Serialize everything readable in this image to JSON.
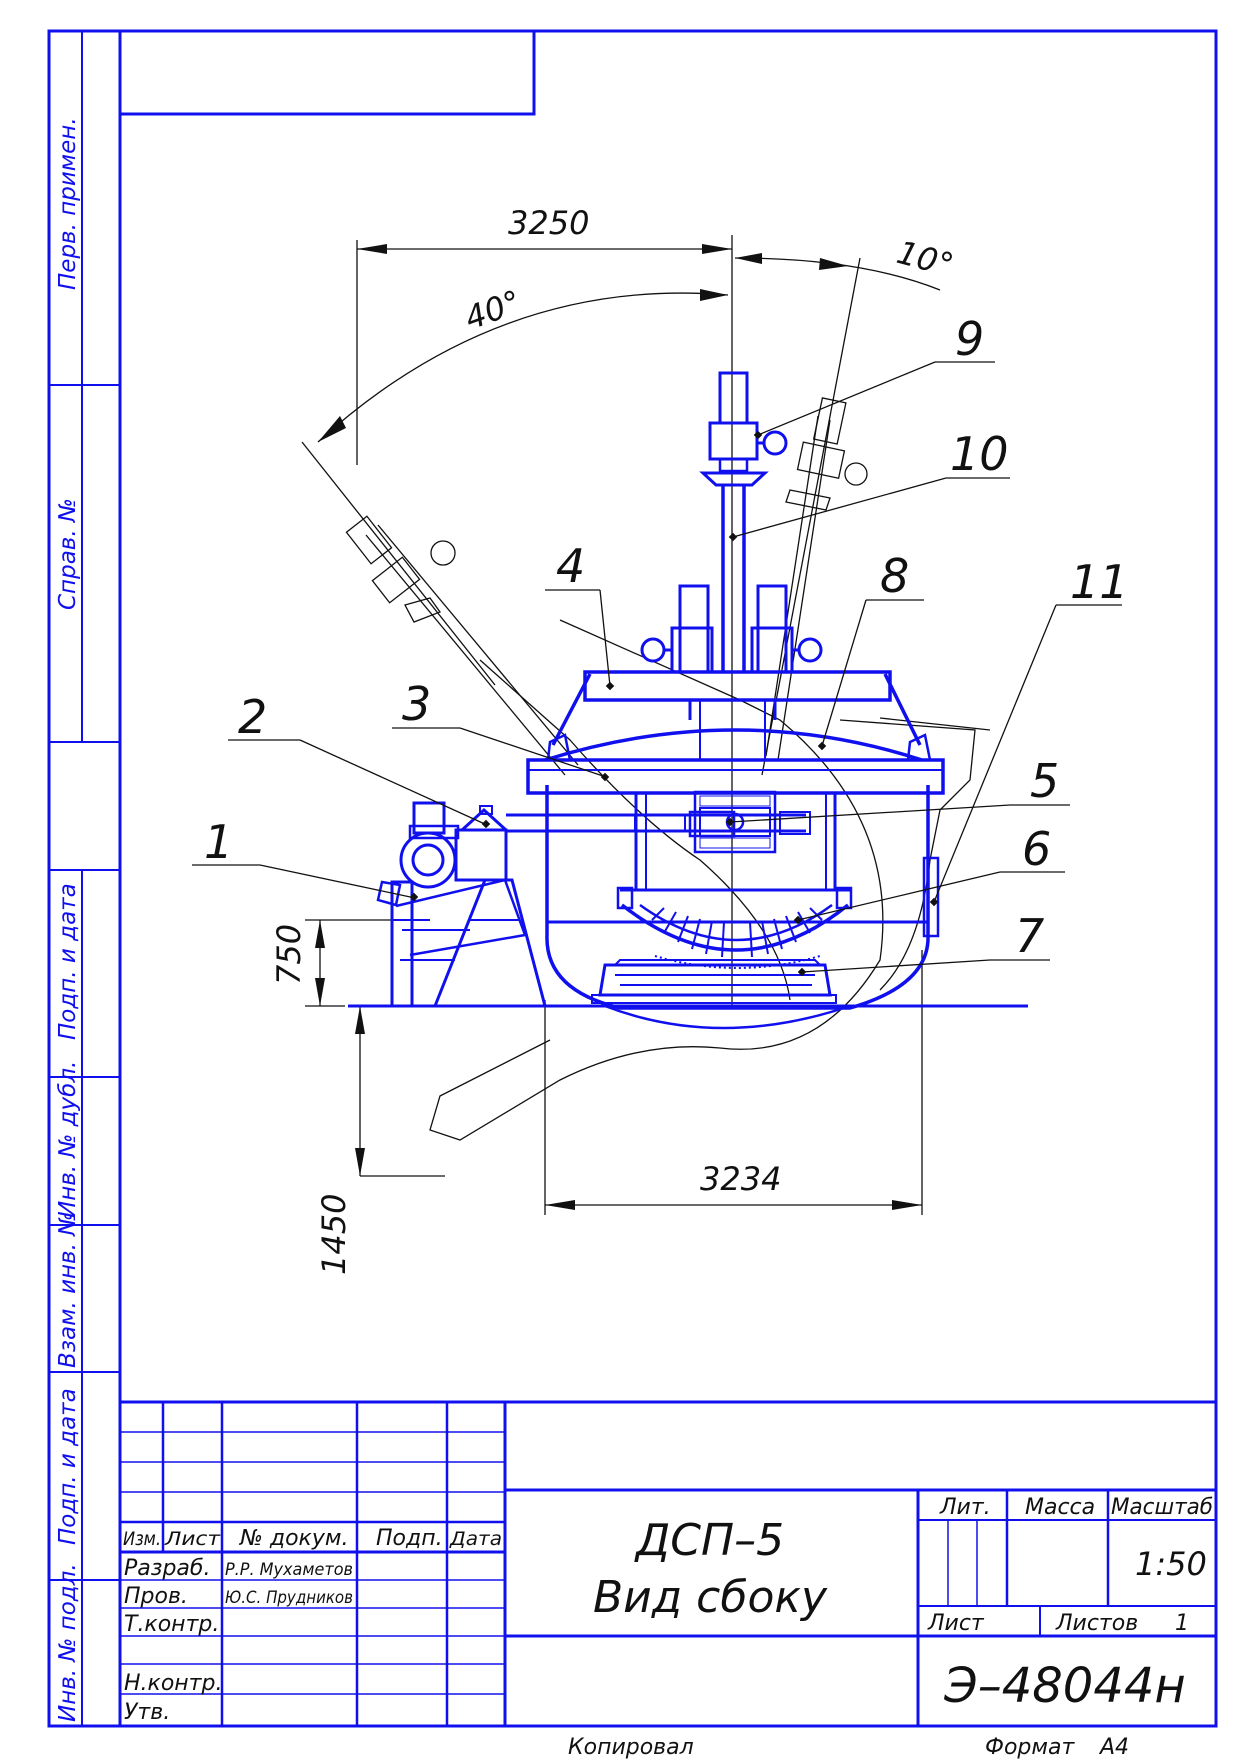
{
  "side_stamps": [
    "Перв. примен.",
    "Справ. №",
    "Подп. и дата",
    "Инв. № дубл.",
    "Взам. инв. №",
    "Подп. и дата",
    "Инв. № подл."
  ],
  "dimensions": {
    "top_width": "3250",
    "angle_left": "40°",
    "angle_right": "10°",
    "height_750": "750",
    "depth_1450": "1450",
    "bottom_width": "3234"
  },
  "callouts": [
    "1",
    "2",
    "3",
    "4",
    "5",
    "6",
    "7",
    "8",
    "9",
    "10",
    "11"
  ],
  "title_block": {
    "headers": {
      "izm": "Изм.",
      "list": "Лист",
      "doc": "№ докум.",
      "podp": "Подп.",
      "date": "Дата"
    },
    "roles": {
      "razrab": "Разраб.",
      "prov": "Пров.",
      "tkontr": "Т.контр.",
      "nkontr": "Н.контр.",
      "utv": "Утв."
    },
    "names": {
      "razrab": "Р.Р. Мухаметов",
      "prov": "Ю.С. Прудников"
    },
    "title_line1": "ДСП–5",
    "title_line2": "Вид сбоку",
    "lit_label": "Лит.",
    "mass_label": "Масса",
    "scale_label": "Масштаб",
    "scale_value": "1:50",
    "sheet_label": "Лист",
    "sheets_label": "Листов",
    "sheets_value": "1",
    "doc_code": "Э–48044н",
    "copied_label": "Копировал",
    "format_label": "Формат",
    "format_value": "А4"
  }
}
